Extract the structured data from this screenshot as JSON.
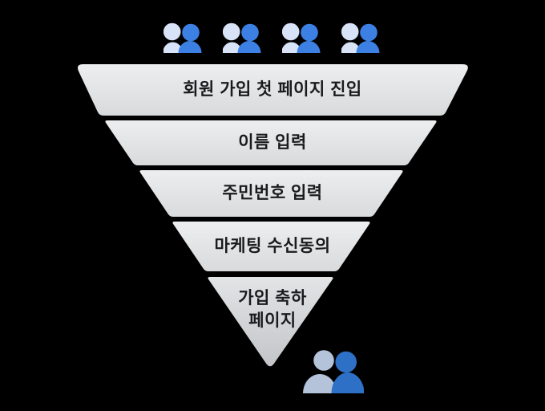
{
  "funnel": {
    "stages": [
      {
        "label": "회원 가입 첫 페이지 진입"
      },
      {
        "label": "이름 입력"
      },
      {
        "label": "주민번호 입력"
      },
      {
        "label": "마케팅 수신동의"
      },
      {
        "label": "가입 축하\n페이지"
      }
    ],
    "row_fill_top": "#edeef0",
    "row_fill_bottom": "#d8dadc",
    "tip_fill_top": "#e3e4e6",
    "tip_fill_bottom": "#c3c5c8",
    "text_color": "#1a1b1d",
    "background_color": "#000000"
  },
  "audience_top": {
    "icon": "people-pair-icon",
    "count": 4,
    "back_color": "#d8e3f7",
    "front_color": "#3d80e4"
  },
  "audience_bottom": {
    "icon": "people-pair-icon",
    "count": 1,
    "back_color": "#b5c3da",
    "front_color": "#2e70c5"
  }
}
